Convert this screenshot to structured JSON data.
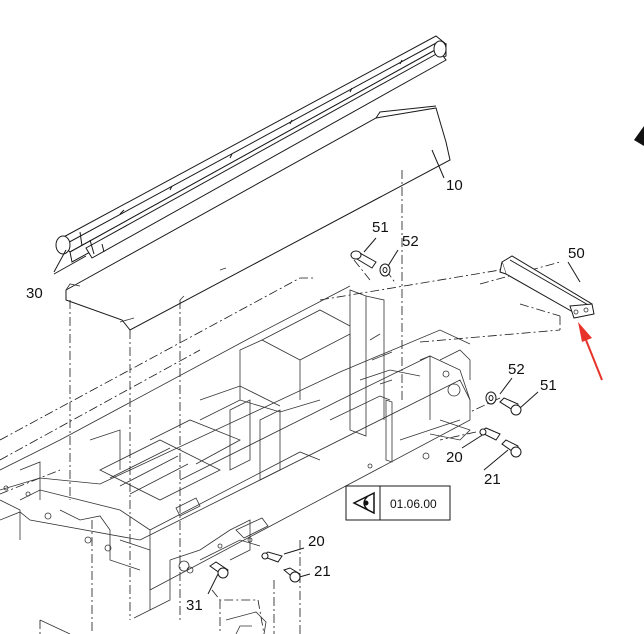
{
  "callouts": {
    "p10": "10",
    "p30": "30",
    "p51_top": "51",
    "p52_top": "52",
    "p50": "50",
    "p52_right": "52",
    "p51_right": "51",
    "p20_right": "20",
    "p21_right": "21",
    "p20_bottom": "20",
    "p21_bottom": "21",
    "p31": "31"
  },
  "reference": {
    "label": "01.06.00",
    "icon": "eye-icon"
  },
  "colors": {
    "arrow": "#e8332a",
    "line": "#1a1a1a",
    "background": "#ffffff"
  }
}
